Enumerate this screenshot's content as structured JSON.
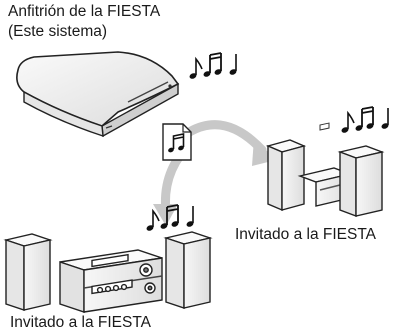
{
  "host": {
    "title": "Anfitrión de la FIESTA",
    "subtitle": "(Este sistema)"
  },
  "guest_right": {
    "label": "Invitado a la FIESTA"
  },
  "guest_bottom": {
    "label": "Invitado a la FIESTA"
  },
  "icons": {
    "music_notes": "music-notes-icon",
    "music_file": "music-file-icon",
    "arrow": "curved-arrow-icon"
  },
  "colors": {
    "arrow": "#c8c8c8",
    "device_stroke": "#222222",
    "device_fill": "#f4f4f4",
    "device_shade": "#d9d9d9"
  }
}
